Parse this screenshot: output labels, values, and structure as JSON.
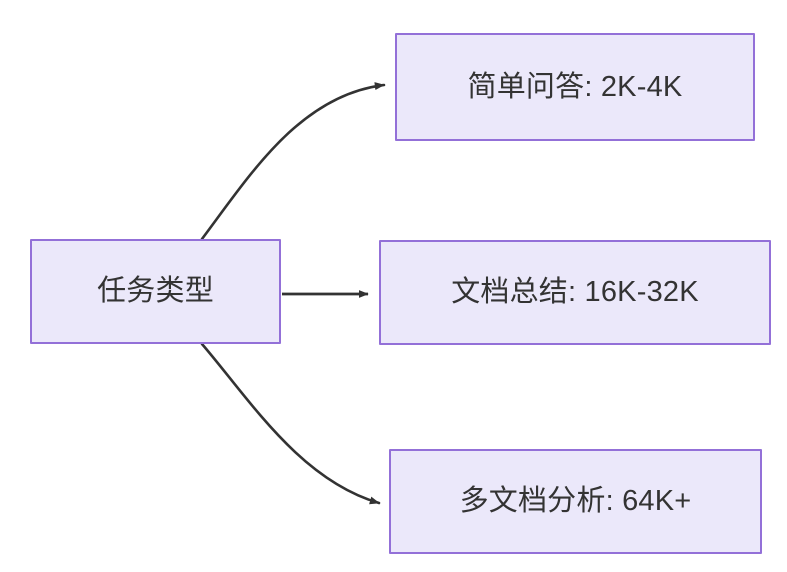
{
  "diagram": {
    "type": "flowchart",
    "direction": "left-to-right",
    "background_color": "#ffffff",
    "node_fill_color": "#ebe8fa",
    "node_border_color": "#9370d8",
    "node_text_color": "#333333",
    "edge_color": "#333333",
    "nodes": [
      {
        "id": "root",
        "label": "任务类型"
      },
      {
        "id": "simple_qa",
        "label": "简单问答: 2K-4K"
      },
      {
        "id": "doc_summary",
        "label": "文档总结: 16K-32K"
      },
      {
        "id": "multi_doc",
        "label": "多文档分析: 64K+"
      }
    ],
    "edges": [
      {
        "from": "root",
        "to": "simple_qa",
        "style": "curved",
        "arrow": "end"
      },
      {
        "from": "root",
        "to": "doc_summary",
        "style": "straight",
        "arrow": "end"
      },
      {
        "from": "root",
        "to": "multi_doc",
        "style": "curved",
        "arrow": "end"
      }
    ]
  }
}
